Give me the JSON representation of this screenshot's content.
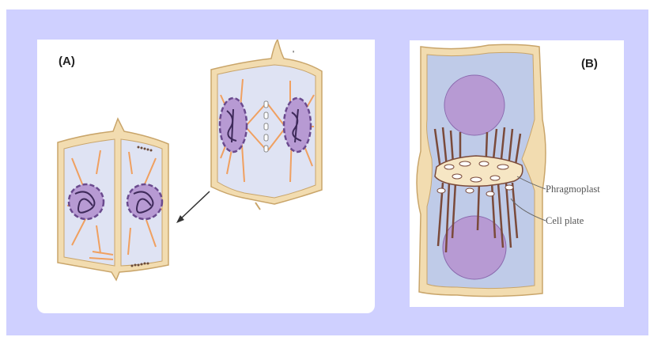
{
  "figure": {
    "panel_a": {
      "label": "(A)"
    },
    "panel_b": {
      "label": "(B)",
      "annotations": {
        "phragmoplast": "Phragmoplast",
        "cell_plate": "Cell plate"
      }
    },
    "colors": {
      "background": "#cfd0ff",
      "cell_wall": "#f2dcb0",
      "cell_wall_outline": "#c9a56a",
      "cytoplasm": "#dfe3f3",
      "nucleus": "#b79ad3",
      "nucleus_dark": "#6a4a8e",
      "spindle_fibers": "#f0a060",
      "phragmoplast_fibers": "#7a4a3a",
      "cell_plate": "#f6e6c4",
      "cytoplasm_b": "#bfcbe8"
    }
  }
}
